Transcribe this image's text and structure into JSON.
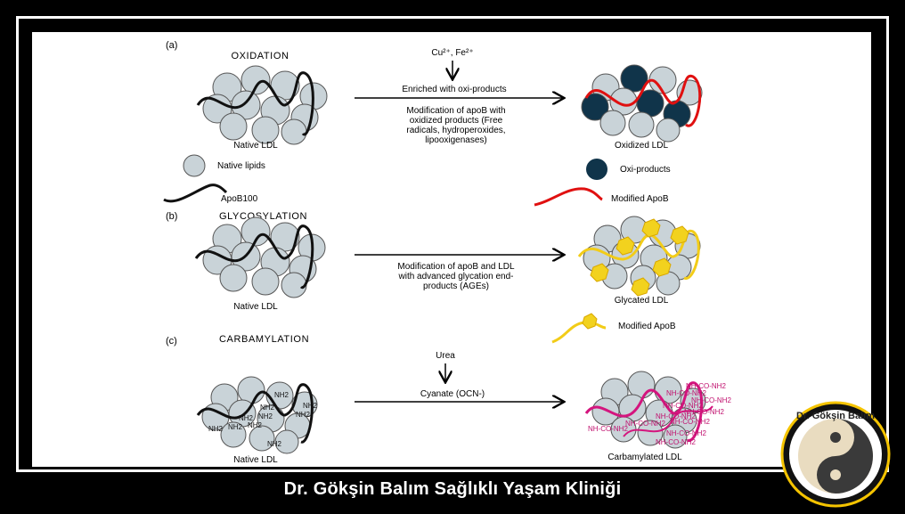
{
  "panels": {
    "a": {
      "label": "(a)",
      "title": "OXIDATION",
      "catalyst": "Cu²⁺, Fe²⁺",
      "arrow_label": "Enriched with oxi-products",
      "description": [
        "Modification of apoB with",
        "oxidized products (Free",
        "radicals, hydroperoxides,",
        "lipooxigenases)"
      ],
      "native_caption": "Native LDL",
      "result_caption": "Oxidized LDL",
      "legend": {
        "native_lipids": "Native lipids",
        "apob100": "ApoB100",
        "oxi_products": "Oxi-products",
        "modified_apob": "Modified ApoB"
      }
    },
    "b": {
      "label": "(b)",
      "title": "GLYCOSYLATION",
      "description": [
        "Modification of apoB and LDL",
        "with advanced glycation end-",
        "products (AGEs)"
      ],
      "native_caption": "Native LDL",
      "result_caption": "Glycated LDL",
      "legend": {
        "modified_apob": "Modified ApoB"
      }
    },
    "c": {
      "label": "(c)",
      "title": "CARBAMYLATION",
      "reagent": "Urea",
      "arrow_label": "Cyanate (OCN-)",
      "native_caption": "Native LDL",
      "result_caption": "Carbamylated LDL",
      "nh2": "NH2",
      "nhconh2": "NH-CO-NH2"
    }
  },
  "colors": {
    "lipid": "#c9d3d8",
    "oxi": "#10344a",
    "modified_apob_ox": "#e01010",
    "modified_apob_gly": "#f2cc18",
    "carbamyl": "#d4157e"
  },
  "footer": "Dr. Gökşin Balım Sağlıklı Yaşam Kliniği",
  "logo": {
    "text": "Dr. Gökşin Balım"
  }
}
